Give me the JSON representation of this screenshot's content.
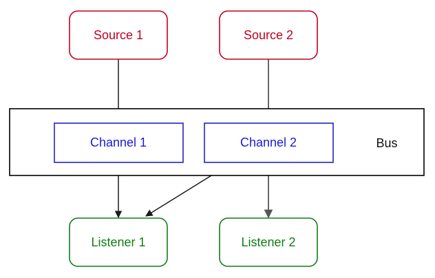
{
  "diagram": {
    "title": "Bus / Channel / Listener message flow diagram",
    "colors": {
      "source_stroke": "#c00020",
      "source_text": "#c00020",
      "channel_stroke": "#2222cc",
      "channel_text": "#1a1ad6",
      "listener_stroke": "#127c16",
      "listener_text": "#127c16",
      "bus_stroke": "#000000",
      "bus_text": "#101010",
      "edge_dark": "#1a1a1a",
      "edge_gray": "#555555",
      "background": "#ffffff"
    },
    "sources": [
      {
        "id": "source-1",
        "label": "Source 1"
      },
      {
        "id": "source-2",
        "label": "Source 2"
      }
    ],
    "bus": {
      "label": "Bus",
      "channels": [
        {
          "id": "channel-1",
          "label": "Channel 1"
        },
        {
          "id": "channel-2",
          "label": "Channel 2"
        }
      ]
    },
    "listeners": [
      {
        "id": "listener-1",
        "label": "Listener 1"
      },
      {
        "id": "listener-2",
        "label": "Listener 2"
      }
    ],
    "edges": [
      {
        "id": "edge-source1-channel1",
        "from": "Source 1",
        "to": "Channel 1",
        "style": "dark",
        "kind": "vertical"
      },
      {
        "id": "edge-source2-channel2",
        "from": "Source 2",
        "to": "Channel 2",
        "style": "gray",
        "kind": "vertical"
      },
      {
        "id": "edge-channel1-listener1",
        "from": "Channel 1",
        "to": "Listener 1",
        "style": "dark",
        "kind": "vertical"
      },
      {
        "id": "edge-channel2-listener2",
        "from": "Channel 2",
        "to": "Listener 2",
        "style": "gray",
        "kind": "vertical"
      },
      {
        "id": "edge-channel2-listener1",
        "from": "Channel 2",
        "to": "Listener 1",
        "style": "dark",
        "kind": "diagonal"
      }
    ]
  }
}
